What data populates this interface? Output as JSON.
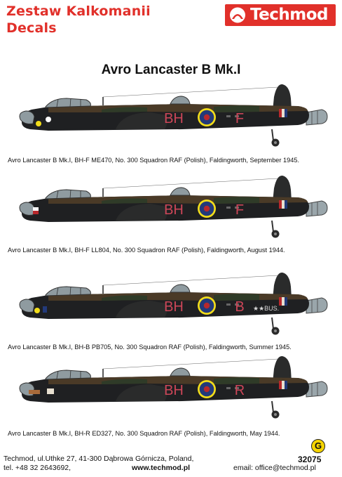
{
  "header": {
    "line1": "Zestaw Kalkomanii",
    "line2": "Decals",
    "brand": "Techmod"
  },
  "title": "Avro Lancaster B Mk.I",
  "aircraft": [
    {
      "code_left": "BH",
      "code_right": "F",
      "caption": "Avro Lancaster B Mk.I, BH-F ME470, No. 300 Squadron RAF (Polish), Faldingworth, September 1945."
    },
    {
      "code_left": "BH",
      "code_right": "F",
      "caption": "Avro Lancaster B Mk.I, BH-F LL804, No. 300 Squadron RAF (Polish), Faldingworth, August 1944."
    },
    {
      "code_left": "BH",
      "code_right": "B",
      "nose_art": "★★BUS.",
      "caption": "Avro Lancaster B Mk.I, BH-B PB705, No. 300 Squadron RAF (Polish), Faldingworth, Summer 1945."
    },
    {
      "code_left": "BH",
      "code_right": "R",
      "caption": "Avro Lancaster B Mk.I, BH-R ED327, No. 300 Squadron RAF (Polish), Faldingworth, May 1944."
    }
  ],
  "badge": "G",
  "catalog_number": "32075",
  "footer": {
    "address": "Techmod, ul.Uthke 27, 41-300 Dąbrowa Górnicza, Poland,",
    "phone": "tel. +48 32 2643692,",
    "website": "www.techmod.pl",
    "email": "email: office@techmod.pl"
  },
  "colors": {
    "brand_red": "#e1302a",
    "roundel_yellow": "#f2dd1a",
    "roundel_blue": "#233a7a",
    "roundel_red": "#b8282c",
    "code_letters": "#cc4658",
    "upper_brown": "#4a3a27",
    "upper_green": "#2f3b28",
    "underside_black": "#1f2022"
  }
}
